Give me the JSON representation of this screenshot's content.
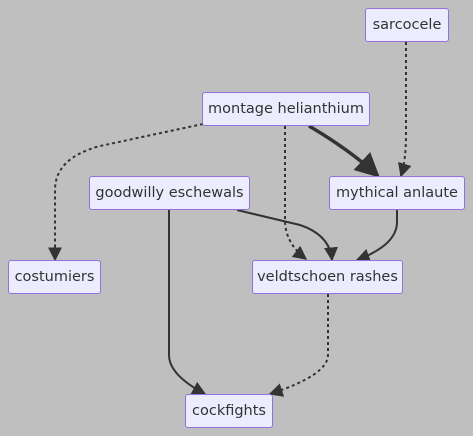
{
  "nodes": {
    "sarcocele": "sarcocele",
    "montage": "montage helianthium",
    "goodwilly": "goodwilly eschewals",
    "mythical": "mythical anlaute",
    "costumiers": "costumiers",
    "veldtschoen": "veldtschoen rashes",
    "cockfights": "cockfights"
  },
  "edges": [
    {
      "from": "sarcocele",
      "to": "mythical",
      "style": "dotted"
    },
    {
      "from": "montage",
      "to": "mythical",
      "style": "thick"
    },
    {
      "from": "montage",
      "to": "costumiers",
      "style": "dotted"
    },
    {
      "from": "montage",
      "to": "veldtschoen",
      "style": "dotted"
    },
    {
      "from": "goodwilly",
      "to": "veldtschoen",
      "style": "solid"
    },
    {
      "from": "mythical",
      "to": "veldtschoen",
      "style": "solid"
    },
    {
      "from": "goodwilly",
      "to": "cockfights",
      "style": "solid"
    },
    {
      "from": "veldtschoen",
      "to": "cockfights",
      "style": "dotted"
    }
  ],
  "colors": {
    "background": "#bfbfbf",
    "node_fill": "#ececff",
    "node_border": "#9370db",
    "edge": "#333333"
  }
}
